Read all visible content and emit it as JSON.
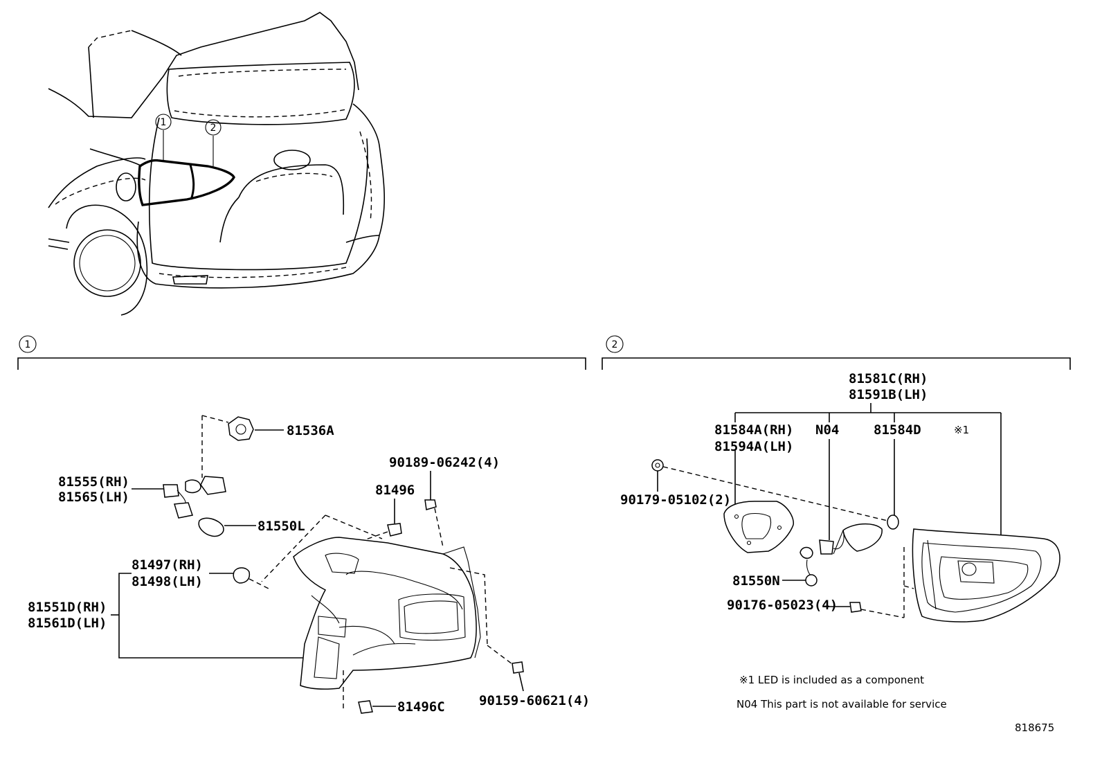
{
  "overview": {
    "callout_1": "1",
    "callout_2": "2"
  },
  "section_1": {
    "marker": "1",
    "parts": {
      "p81536A": "81536A",
      "p81555_rh": "81555(RH)",
      "p81565_lh": "81565(LH)",
      "p81550L": "81550L",
      "p90189": "90189-06242(4)",
      "p81496": "81496",
      "p81497_rh": "81497(RH)",
      "p81498_lh": "81498(LH)",
      "p81551D_rh": "81551D(RH)",
      "p81561D_lh": "81561D(LH)",
      "p81496C": "81496C",
      "p90159": "90159-60621(4)"
    }
  },
  "section_2": {
    "marker": "2",
    "parts": {
      "p81581C_rh": "81581C(RH)",
      "p81591B_lh": "81591B(LH)",
      "p81584A_rh": "81584A(RH)",
      "p81594A_lh": "81594A(LH)",
      "pN04": "N04",
      "p81584D": "81584D",
      "led_mark": "※1",
      "p90179": "90179-05102(2)",
      "p81550N": "81550N",
      "p90176": "90176-05023(4)"
    },
    "notes": {
      "led": "※1 LED is included as a component",
      "n04": "N04 This part is not available for service"
    }
  },
  "figure_id": "818675"
}
